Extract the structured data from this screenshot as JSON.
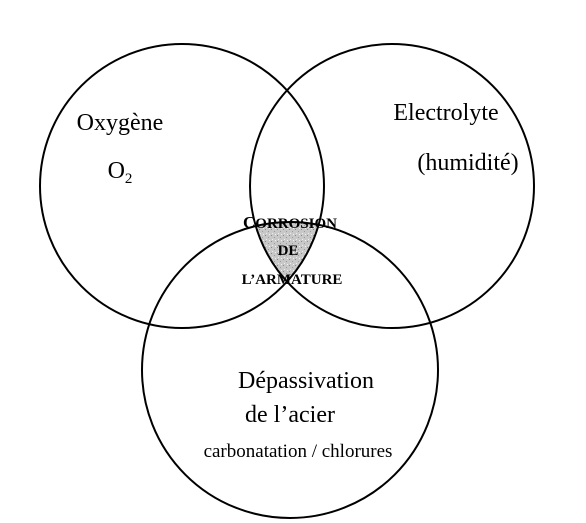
{
  "diagram": {
    "circles": {
      "oxygen": {
        "title": "Oxygène",
        "formula_base": "O",
        "formula_sub": "2"
      },
      "electrolyte": {
        "title": "Electrolyte",
        "subtitle": "(humidité)"
      },
      "depassivation": {
        "line1": "Dépassivation",
        "line2": "de l’acier",
        "line3": "carbonatation / chlorures"
      }
    },
    "center": {
      "line1_initial": "C",
      "line1_rest": "ORROSION",
      "line2": "DE",
      "line3": "L’ARMATURE"
    }
  },
  "colors": {
    "stroke": "#000000",
    "intersection_fill": "#c8c8c8",
    "background": "#ffffff"
  }
}
